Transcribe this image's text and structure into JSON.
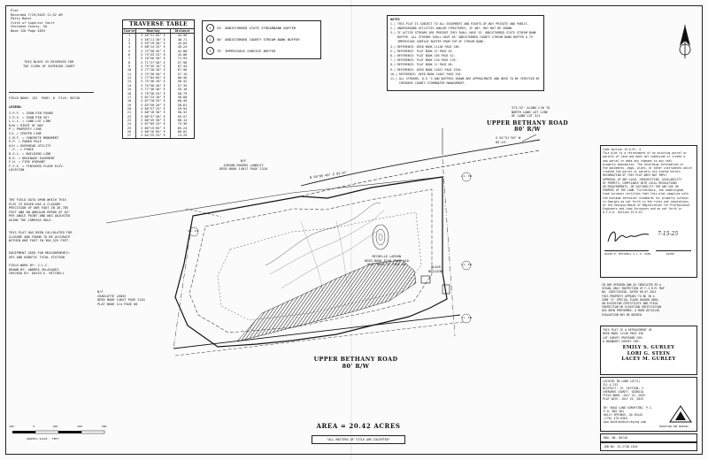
{
  "recording": {
    "lines": [
      "Plat",
      "Recorded 7/29/2025 11:52 AM",
      "Patty Baker",
      "Clerk of Superior Court",
      "Cherokee County, GA",
      "Book 120 Page 2853"
    ]
  },
  "reserved_note": "THIS BLOCK IS RESERVED FOR\nTHE CLERK OF SUPERIOR COURT",
  "field_book": "FIELD BOOK: 132  PAGE: 8  FILE: 80740",
  "legend": {
    "title": "LEGEND:",
    "items": [
      "I.P.F. = IRON PIN FOUND",
      "I.P.S. = IRON PIN SET",
      "L.L.L. = LAND LOT LINE",
      "R/W = RIGHT OF WAY",
      "P = PROPERTY LINE",
      "C/L = CENTER LINE",
      "C.M.F. = CONCRETE MONUMENT",
      "P.P. = POWER POLE",
      "O/H = OVERHEAD UTILITY",
      "--F-- = FENCE",
      "B.S.L. = BUILDING LINE",
      "D.E. = DRAINAGE EASEMENT",
      "F.H. = FIRE HYDRANT",
      "F.F.E. = FINISHED FLOOR ELEV.",
      "LOCATION"
    ]
  },
  "field_data_note": "THE FIELD DATA UPON WHICH THIS\nPLAT IS BASED HAS A CLOSURE\nPRECISION OF ONE FOOT IN 26,785\nFEET AND AN ANGULAR ERROR OF 02\"\nPER ANGLE POINT AND WAS ADJUSTED\nUSING THE COMPASS RULE.",
  "closure_note": "THIS PLAT HAS BEEN CALCULATED FOR\nCLOSURE AND FOUND TO BE ACCURATE\nWITHIN ONE FOOT IN 364,525 FEET.",
  "equipment_note": "EQUIPMENT USED FOR MEASUREMENTS:\nGPS AND ROBOTIC TOTAL STATION",
  "field_work": "FIELD WORK BY: J.L.C.\nDRAWN BY: ANDREA VELASQUEZ\nCHECKED BY: DAVID E. MITCHELL",
  "traverse_table": {
    "title": "TRAVERSE TABLE",
    "headers": [
      "Course",
      "Bearing",
      "Distance"
    ],
    "rows": [
      [
        "1",
        "S 46°31'05\" E",
        "44.56"
      ],
      [
        "2",
        "S 56°11'30\" E",
        "40.71"
      ],
      [
        "3",
        "S 59°19'30\" E",
        "43.65"
      ],
      [
        "4",
        "S 68°14'25\" E",
        "45.24"
      ],
      [
        "5",
        "S 72°58'45\" E",
        "42.80"
      ],
      [
        "6",
        "S 74°43'25\" E",
        "43.06"
      ],
      [
        "7",
        "S 70°56'30\" E",
        "71.93"
      ],
      [
        "8",
        "S 71°27'50\" E",
        "57.96"
      ],
      [
        "9",
        "S 75°35'10\" E",
        "67.44"
      ],
      [
        "10",
        "S 77°20'20\" E",
        "67.56"
      ],
      [
        "11",
        "S 75°36'30\" E",
        "57.15"
      ],
      [
        "12",
        "S 77°04'05\" E",
        "60.56"
      ],
      [
        "13",
        "S 75°46'20\" E",
        "56.42"
      ],
      [
        "14",
        "S 75°58'40\" E",
        "57.35"
      ],
      [
        "15",
        "S 77°40'40\" E",
        "55.10"
      ],
      [
        "16",
        "S 79°36'25\" E",
        "58.79"
      ],
      [
        "17",
        "S 82°24'10\" E",
        "58.68"
      ],
      [
        "18",
        "S 87°20'25\" E",
        "60.49"
      ],
      [
        "19",
        "S 83°50'20\" E",
        "58.61"
      ],
      [
        "20",
        "S 86°57'25\" E",
        "59.94"
      ],
      [
        "21",
        "S 88°18'30\" E",
        "58.32"
      ],
      [
        "22",
        "S 86°57'50\" E",
        "59.57"
      ],
      [
        "23",
        "S 88°45'30\" E",
        "60.14"
      ],
      [
        "24",
        "S 87°05'25\" E",
        "75.36"
      ],
      [
        "25",
        "S 86°15'05\" E",
        "65.24"
      ],
      [
        "26",
        "S 86°16'05\" E",
        "68.02"
      ],
      [
        "27",
        "S 84°25'25\" E",
        "74.29"
      ]
    ]
  },
  "buffers": [
    {
      "num": "1",
      "text": "25' UNDISTURBED STATE STREAMBANK BUFFER"
    },
    {
      "num": "2",
      "text": "50' UNDISTURBED COUNTY STREAM BANK BUFFER"
    },
    {
      "num": "3",
      "text": "75' IMPERVIOUS SURFACE BUFFER"
    }
  ],
  "notes": {
    "title": "NOTES",
    "lines": [
      "1.) THIS PLAT IS SUBJECT TO ALL EASEMENTS AND RIGHTS-OF-WAY PRIVATE AND PUBLIC.",
      "2.) UNDERGROUND UTILITIES AND/OR STRUCTURES, IF ANY, MAY NOT BE SHOWN.",
      "3.) IF ACTIVE STREAMS ARE PRESENT THEY SHALL HAVE 25' UNDISTURBED STATE STREAM BANK",
      "    BUFFER. ALL STREAMS SHALL HAVE 50' UNDISTURBED COUNTY STREAM BANK BUFFER & 75'",
      "    IMPERVIOUS SURFACE BUFFER FROM TOP OF STREAM BANK.",
      "4.) REFERENCE: DEED BOOK 11148 PAGE 336.",
      "5.) REFERENCE: PLAT BOOK 22 PAGE 54.",
      "6.) REFERENCE: PLAT BOOK 105 PAGE 42.",
      "7.) REFERENCE: PLAT BOOK 116 PAGE 176.",
      "8.) REFERENCE: PLAT BOOK 11 PAGE 60.",
      "9.) REFERENCE: DEED BOOK 14017 PAGE 2310.",
      "10.) REFERENCE: DEED BOOK 14647 PAGE 316.",
      "11.) ALL STREAMS, D.E.'S AND BUFFERS SHOWN ARE APPROXIMATE AND NEED TO BE VERIFIED BY",
      "     CHEROKEE COUNTY STORMWATER MANAGEMENT."
    ]
  },
  "plan": {
    "north_road": "UPPER BETHANY ROAD",
    "north_rw": "80' R/W",
    "south_road": "UPPER BETHANY ROAD",
    "south_rw": "80' R/W",
    "adjoiner_north": "N/F\nJUDSON ROGERS LANGLEY\nDEED BOOK 14017 PAGE 2310",
    "adjoiner_west": "N/F\nCHARLOTTE LEWIS\nDEED BOOK 14647 PAGE 2161\nPLAT BOOK 114 PAGE 60",
    "adjoiner_center": "MICHELLE LARSON\nDEED BOOK 8158 PAGE 440\nPLAT BOOK 37 PAGE 80",
    "block_label": "BLOCK\nBUILDING",
    "bearing_north": "N 69°05'40\" E 95.97'",
    "bearing_top": "S 01°51'30\" W\n85.15'",
    "pob": "373.52' ALONG C/W TO\nNORTH LAND LOT LINE\nOF LAND LOT 311",
    "ll_left": "L.L. 312",
    "ll_right": "L.L. 311",
    "ll_right2": "L.L. 311",
    "ll_bot": "L.L. 312"
  },
  "cert": {
    "lines": [
      "Code Section 15-6-67, 4",
      "This plat is a retracement of an existing parcel or",
      "parcels of land and does not subdivide or create a",
      "new parcel or make any changes to any real",
      "property boundaries. The recording information of",
      "the documents, maps, plats, or other instruments which",
      "created the parcel or parcels are stated herein.",
      "RECORDATION OF THIS PLAT DOES NOT IMPLY",
      "APPROVAL OF ANY LOCAL JURISDICTION, AVAILABILITY",
      "OF PERMITS, COMPLIANCE WITH LOCAL REGULATIONS",
      "OR REQUIREMENTS, OR SUITABILITY FOR ANY USE OR",
      "PURPOSE OF THE LAND. Furthermore, the undersigned",
      "land surveyor certifies that this plat complies with",
      "the minimum technical standards for property surveys",
      "in Georgia as set forth in the rules and regulations",
      "of the Georgia Board of Registration for Professional",
      "Engineers and Land Surveyors and as set forth in",
      "O.C.G.A. Section 15-6-67."
    ],
    "signer": "DAVID E. MITCHELL P.L.S. 2585",
    "date_label": "DATED",
    "date": "7-15-25"
  },
  "flood": {
    "lines": [
      "IN OUR OPINION AND AS INDICATED BY A",
      "VISUAL ONLY INSPECTION OF F.I.R.M. MAP",
      "NO. 13057C0155D, DATED 08-07-2014",
      "THIS PROPERTY APPEARS TO BE IN A",
      "ZONE \"X\" SPECIAL FLOOD HAZARD AREA.",
      "AN ELEVATION CERTIFICATE AND FIELD",
      "INSPECTION OR ELEVATION VERIFICATION",
      "HAS BEEN PERFORMED. A MORE DETAILED",
      "EVALUATION MAY BE NEEDED."
    ]
  },
  "retracement": "THIS PLAT IS A RETRACEMENT OF\nDEED BOOK 11148 PAGE 336",
  "prepared_for_label": "LOT SURVEY PREPARED FOR:\nA BOUNDARY SURVEY FOR:",
  "owners": [
    "EMILY S. GURLEY",
    "LORI G. STEIN",
    "LACEY M. GURLEY"
  ],
  "location": {
    "lines": [
      "LOCATED IN LAND LOT(S)",
      "311 & 312",
      "DISTRICT: 15  SECTION: 2",
      "CHEROKEE COUNTY, GEORGIA",
      "",
      "FIELD WORK: JULY 24, 2025",
      "PLAT DATE: JULY 24, 2025"
    ]
  },
  "company": {
    "lines": [
      "BY: BOLD LAND SURVEYING, P.C.",
      "P.O. BOX 481",
      "HOLLY SPRINGS, GA 30142",
      "(770) 479-8364",
      "www.boldlandsurveying.com"
    ],
    "badge": "SURVEYING AND MAPPING"
  },
  "dwg": "DWG. NO. 80740",
  "job": "JOB NO. 25-2740-1810",
  "area_text": "AREA = 20.42 ACRES",
  "area_sub": "\"ALL MATTERS OF TITLE ARE EXCEPTED\"",
  "graphic_scale": {
    "ticks": [
      "100'",
      "0",
      "100'",
      "200'",
      "300'"
    ],
    "label": "GRAPHIC SCALE - FEET"
  }
}
